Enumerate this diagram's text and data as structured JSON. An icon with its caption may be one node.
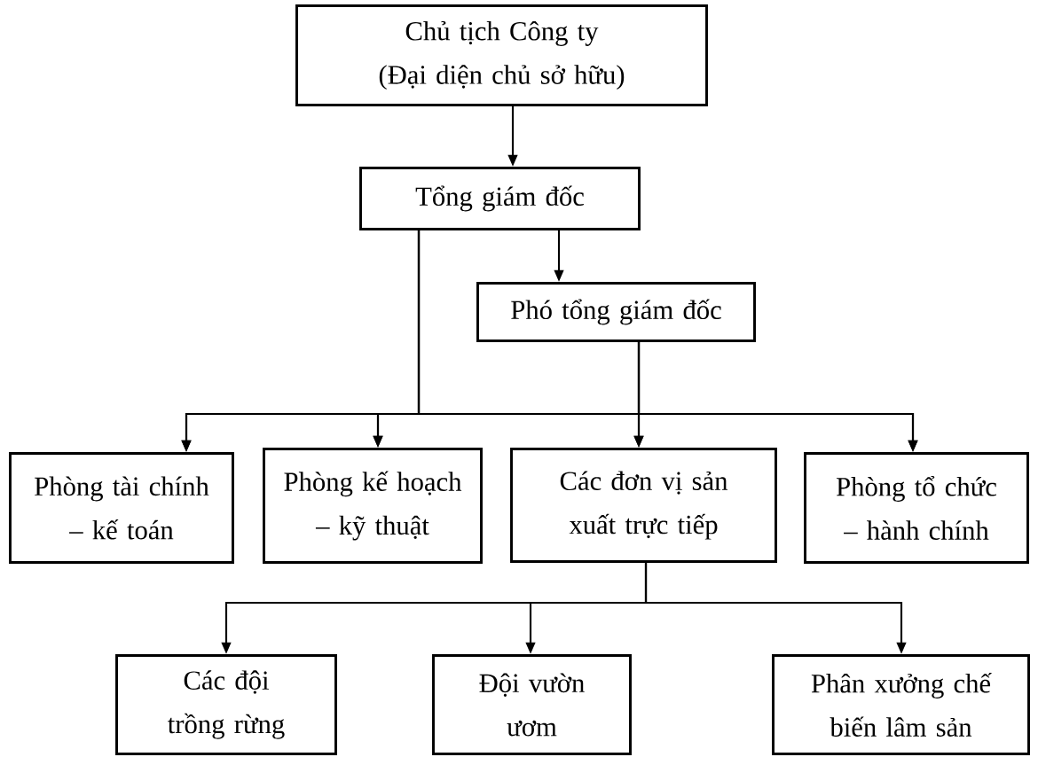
{
  "diagram": {
    "nodes": [
      {
        "text": [
          "Chủ tịch Công ty (Đại diện chủ sở hữu)"
        ]
      },
      {
        "text": [
          "Tổng giám đốc"
        ]
      },
      {
        "text": [
          "Phó tổng giám đốc"
        ]
      },
      {
        "text": [
          "Phòng tài chính – kế toán"
        ]
      },
      {
        "text": [
          "Phòng kế hoạch – kỹ thuật"
        ]
      },
      {
        "text": [
          "Các đơn vị sản xuất trực tiếp"
        ]
      },
      {
        "text": [
          "Phòng tổ chức – hành chính"
        ]
      },
      {
        "text": [
          "Các đội trồng rừng"
        ]
      },
      {
        "text": [
          "Đội vườn ươm"
        ]
      },
      {
        "text": [
          "Phân xưởng chế biến lâm sản"
        ]
      }
    ],
    "edges": [
      {
        "from": 0,
        "to": 1,
        "arrow": "to"
      },
      {
        "from": 1,
        "to": 2,
        "arrow": "to"
      },
      {
        "from": 1,
        "to": 3,
        "arrow": "to"
      },
      {
        "from": 1,
        "to": 4,
        "arrow": "to"
      },
      {
        "from": 1,
        "to": 5,
        "arrow": "to"
      },
      {
        "from": 1,
        "to": 6,
        "arrow": "to"
      },
      {
        "from": 2,
        "to": 3,
        "arrow": "to"
      },
      {
        "from": 2,
        "to": 4,
        "arrow": "to"
      },
      {
        "from": 2,
        "to": 5,
        "arrow": "to"
      },
      {
        "from": 2,
        "to": 6,
        "arrow": "to"
      },
      {
        "from": 5,
        "to": 7,
        "arrow": "to"
      },
      {
        "from": 5,
        "to": 8,
        "arrow": "to"
      },
      {
        "from": 5,
        "to": 9,
        "arrow": "to"
      }
    ]
  }
}
